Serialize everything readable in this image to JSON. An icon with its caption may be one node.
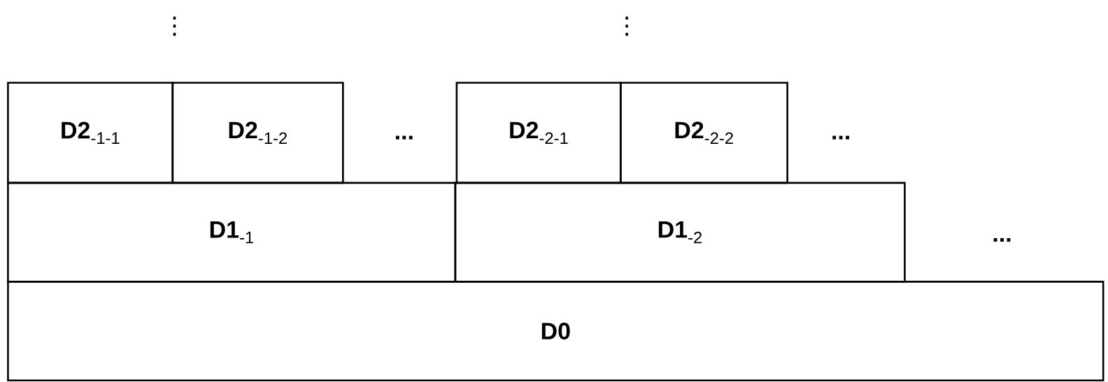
{
  "diagram": {
    "nodes": [
      {
        "text": [
          "**D2**$_{-1-1}$"
        ]
      },
      {
        "text": [
          "**D2**$_{-1-2}$"
        ]
      },
      {
        "text": [
          "**D2**$_{-2-1}$"
        ]
      },
      {
        "text": [
          "**D2**$_{-2-2}$"
        ]
      },
      {
        "text": [
          "**D1**$_{-1}$"
        ]
      },
      {
        "text": [
          "**D1**$_{-2}$"
        ]
      },
      {
        "text": [
          "D0"
        ]
      }
    ],
    "labels": [
      "⋮",
      "⋮",
      "...",
      "...",
      "..."
    ]
  }
}
